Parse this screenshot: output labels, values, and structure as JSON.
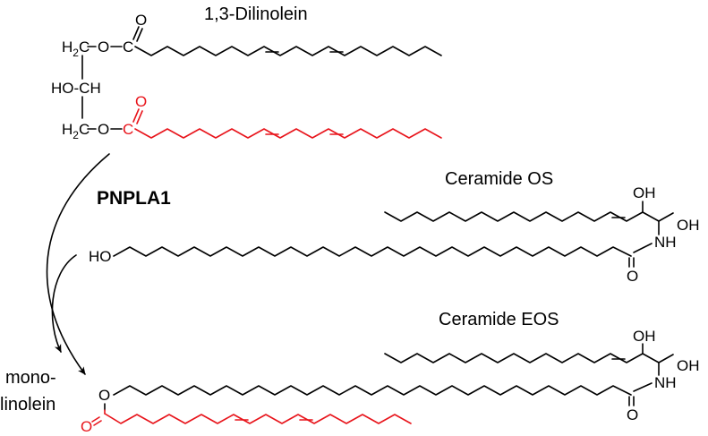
{
  "title_dilinolein": "1,3-Dilinolein",
  "enzyme": "PNPLA1",
  "ceramide_os_title": "Ceramide OS",
  "ceramide_eos_title": "Ceramide EOS",
  "product_line1": "mono-",
  "product_line2": "linolein",
  "atoms": {
    "h2c": "H",
    "h2c_sub": "2",
    "c": "C",
    "o": "O",
    "ho_ch": "HO-CH",
    "ho": "HO",
    "oh": "OH",
    "nh": "NH"
  },
  "colors": {
    "black": "#000000",
    "red": "#e8141b"
  }
}
